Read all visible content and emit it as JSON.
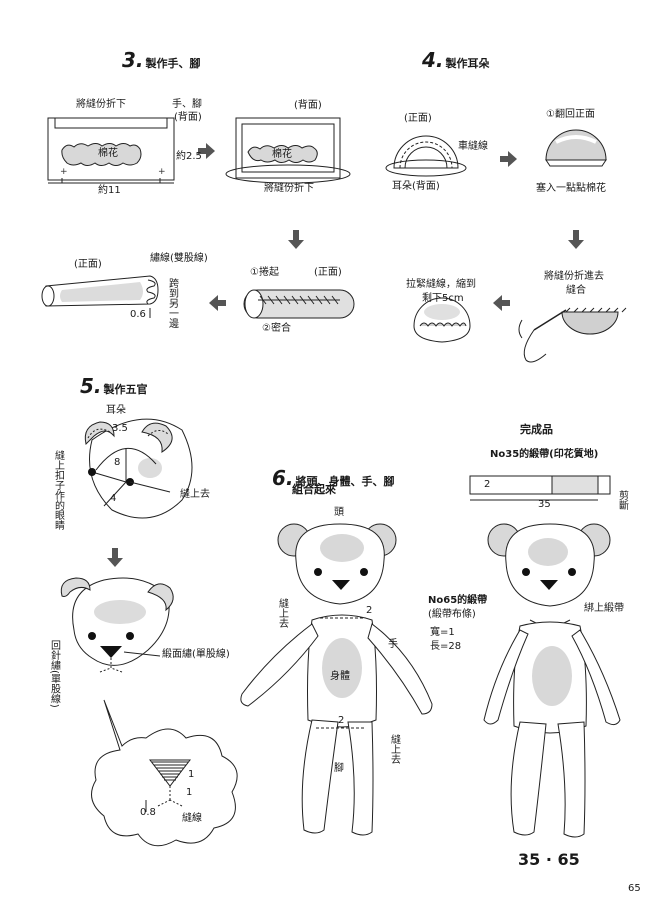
{
  "sections": {
    "s3": {
      "num": "3.",
      "title": "製作手、腳"
    },
    "s4": {
      "num": "4.",
      "title": "製作耳朵"
    },
    "s5": {
      "num": "5.",
      "title": "製作五官"
    },
    "s6": {
      "num": "6.",
      "title": "將頭、身體、手、腳",
      "title2": "組合起來"
    }
  },
  "step3": {
    "fold_down": "將縫份折下",
    "hand_foot": "手、腳",
    "back_side": "(背面)",
    "cotton": "棉花",
    "approx25": "約2.5",
    "approx11": "約11",
    "back_side2": "(背面)",
    "cotton2": "棉花",
    "fold_down2": "將縫份折下",
    "front": "(正面)",
    "stitch": "繡線(雙股線)",
    "to_other_side": "跨到另一邊",
    "dim06": "0.6",
    "roll": "①捲起",
    "front2": "(正面)",
    "seal": "②密合"
  },
  "step4": {
    "front": "(正面)",
    "machine_stitch": "車縫線",
    "ear_back": "耳朵(背面)",
    "turn_out": "①翻回正面",
    "stuff_cotton": "塞入一點點棉花",
    "fold_in": "將縫份折進去",
    "sew": "縫合",
    "pull_tight": "拉緊縫線，縮到",
    "shrink5": "剩下5cm"
  },
  "step5": {
    "ear": "耳朵",
    "d35": "3.5",
    "d8": "8",
    "d4": "4",
    "button_eyes": "縫上扣子作的眼睛",
    "sew_on": "縫上去",
    "satin_stitch": "緞面繡(單股線)",
    "back_stitch": "回針繡(單股線)",
    "d1a": "1",
    "d1b": "1",
    "d08": "0.8",
    "stitch_line": "縫線"
  },
  "step6": {
    "head": "頭",
    "sew_on_left": "縫上去",
    "d2a": "2",
    "hand": "手",
    "body": "身體",
    "d2b": "2",
    "sew_on_right": "縫上去",
    "leg": "腳"
  },
  "finished": {
    "title": "完成品",
    "ribbon35": "No35的緞帶(印花質地)",
    "d2": "2",
    "d35": "35",
    "cut": "剪斷",
    "ribbon65": "No65的緞帶",
    "ribbon65_sub": "(緞帶布條)",
    "width": "寬=1",
    "length": "長=28",
    "tie_ribbon": "綁上緞帶"
  },
  "page": {
    "model_numbers": "35 · 65",
    "page_number": "65"
  }
}
